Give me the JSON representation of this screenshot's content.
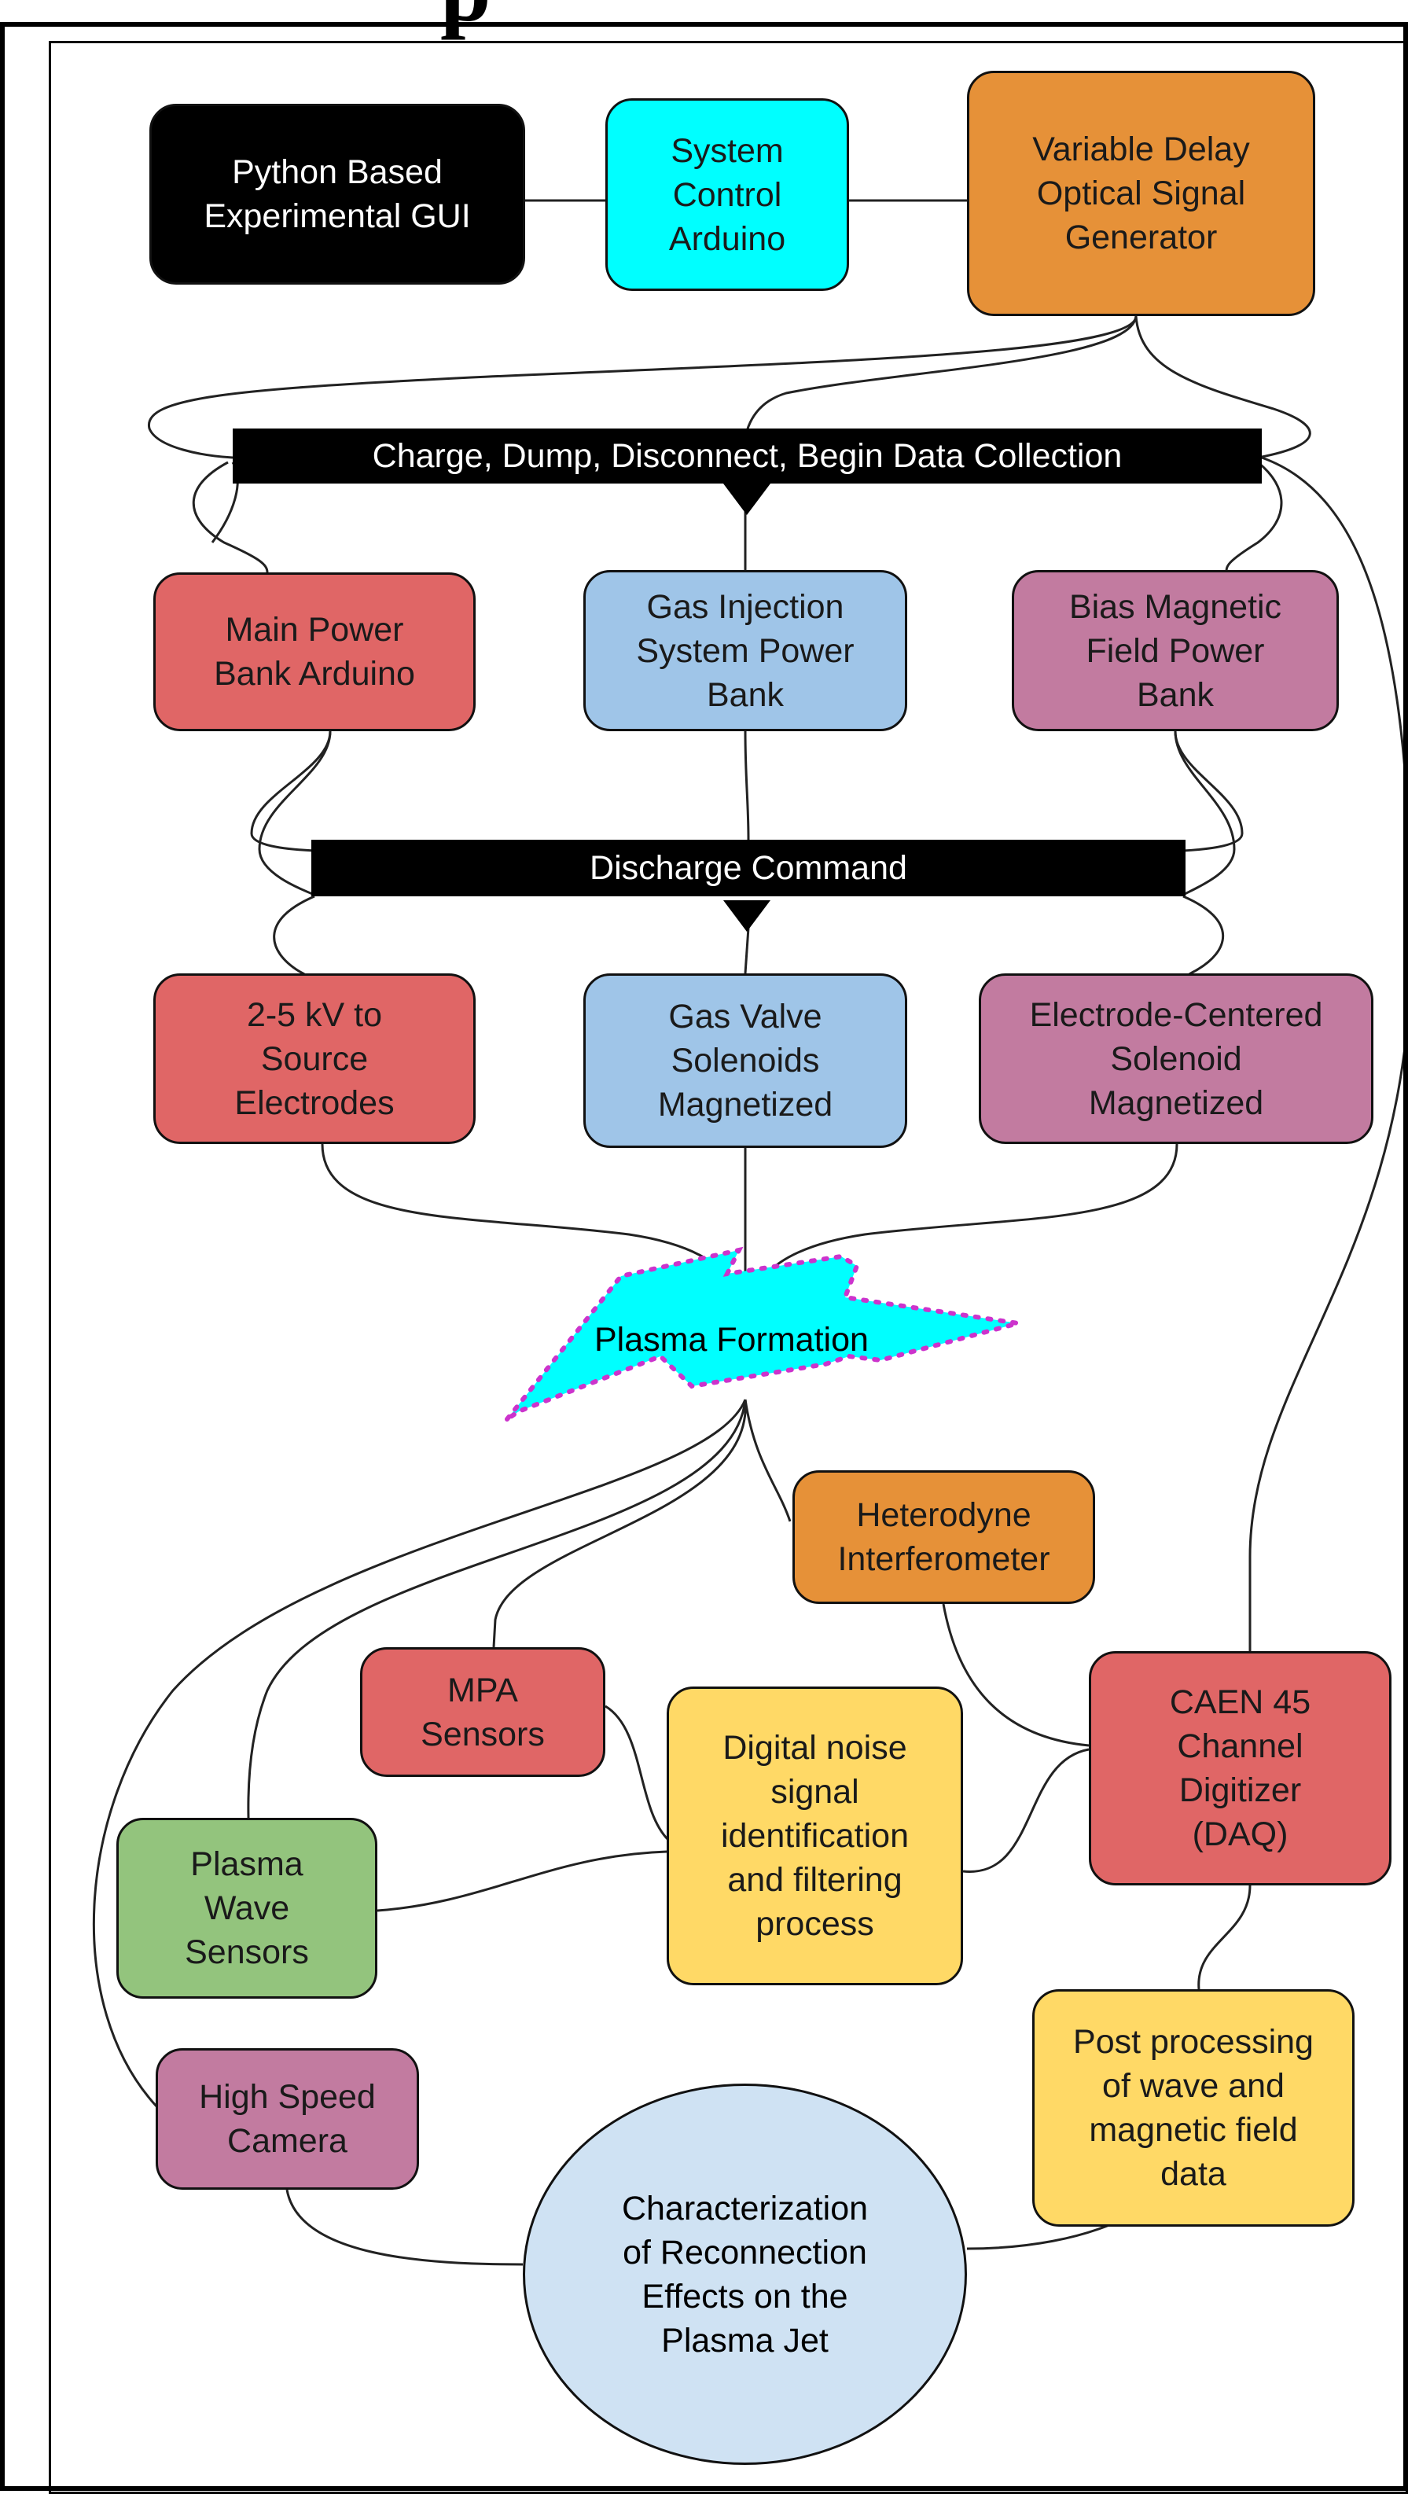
{
  "heading_fragment": "p",
  "nodes": {
    "gui": {
      "label": "Python Based\nExperimental GUI",
      "fill": "#000000",
      "text": "#ffffff"
    },
    "arduino": {
      "label": "System\nControl\nArduino",
      "fill": "#00ffff",
      "text": "#1a1a1a"
    },
    "delay": {
      "label": "Variable Delay\nOptical Signal\nGenerator",
      "fill": "#e69138",
      "text": "#1a1a1a"
    },
    "mainbank": {
      "label": "Main Power\nBank Arduino",
      "fill": "#e06666",
      "text": "#1a1a1a"
    },
    "gasbank": {
      "label": "Gas Injection\nSystem Power\nBank",
      "fill": "#9fc5e8",
      "text": "#1a1a1a"
    },
    "biasbank": {
      "label": "Bias Magnetic\nField Power\nBank",
      "fill": "#c27ba0",
      "text": "#1a1a1a"
    },
    "electrodes": {
      "label": "2-5 kV to\nSource\nElectrodes",
      "fill": "#e06666",
      "text": "#1a1a1a"
    },
    "valves": {
      "label": "Gas Valve\nSolenoids\nMagnetized",
      "fill": "#9fc5e8",
      "text": "#1a1a1a"
    },
    "solenoid": {
      "label": "Electrode-Centered\nSolenoid\nMagnetized",
      "fill": "#c27ba0",
      "text": "#1a1a1a"
    },
    "interferometer": {
      "label": "Heterodyne\nInterferometer",
      "fill": "#e69138",
      "text": "#1a1a1a"
    },
    "mpa": {
      "label": "MPA\nSensors",
      "fill": "#e06666",
      "text": "#1a1a1a"
    },
    "caen": {
      "label": "CAEN 45\nChannel\nDigitizer\n(DAQ)",
      "fill": "#e06666",
      "text": "#1a1a1a"
    },
    "noise": {
      "label": "Digital noise\nsignal\nidentification\nand filtering\nprocess",
      "fill": "#ffd966",
      "text": "#1a1a1a"
    },
    "wave": {
      "label": "Plasma\nWave\nSensors",
      "fill": "#93c47d",
      "text": "#1a1a1a"
    },
    "post": {
      "label": "Post processing\nof wave and\nmagnetic field\ndata",
      "fill": "#ffd966",
      "text": "#1a1a1a"
    },
    "camera": {
      "label": "High Speed\nCamera",
      "fill": "#c27ba0",
      "text": "#1a1a1a"
    }
  },
  "banners": {
    "charge": "Charge, Dump, Disconnect, Begin Data Collection",
    "discharge": "Discharge Command"
  },
  "plasma": {
    "label": "Plasma Formation",
    "fill": "#00ffff",
    "dot_color": "#cc33cc"
  },
  "result": {
    "label": "Characterization\nof Reconnection\nEffects on the\nPlasma Jet",
    "fill": "#cfe2f3"
  }
}
